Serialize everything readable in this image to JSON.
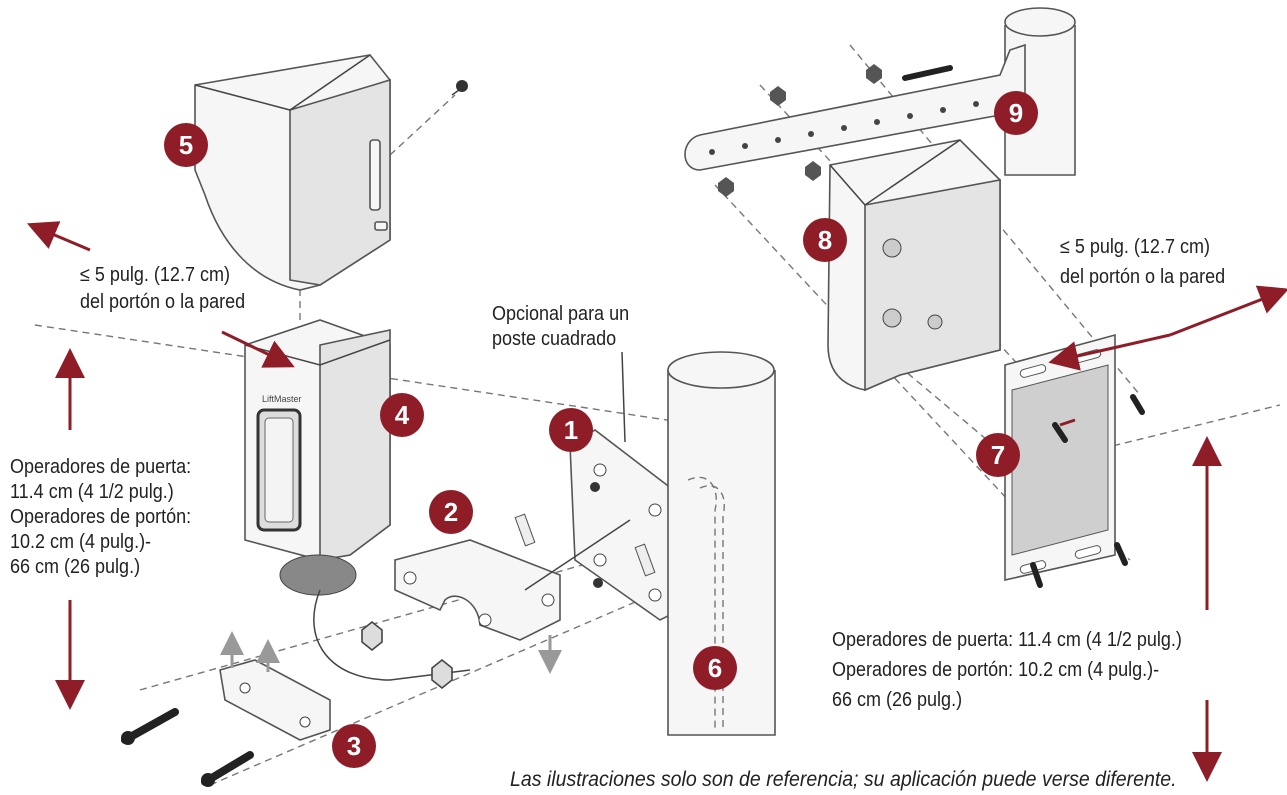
{
  "labels": {
    "distance_left": [
      "≤ 5 pulg. (12.7 cm)",
      "del portón o la pared"
    ],
    "distance_right": [
      "≤ 5 pulg. (12.7 cm)",
      "del portón o la pared"
    ],
    "optional_square_post": [
      "Opcional para un",
      "poste cuadrado"
    ],
    "heights_left": [
      "Operadores de puerta:",
      "11.4 cm (4 1/2 pulg.)",
      "Operadores de portón:",
      "10.2 cm (4 pulg.)-",
      "66 cm (26 pulg.)"
    ],
    "heights_right": [
      "Operadores de puerta: 11.4 cm (4 1/2 pulg.)",
      "Operadores de portón: 10.2 cm (4 pulg.)-",
      "66 cm (26 pulg.)"
    ],
    "caption": "Las ilustraciones solo son de referencia; su aplicación puede verse diferente."
  },
  "callouts": [
    "1",
    "2",
    "3",
    "4",
    "5",
    "6",
    "7",
    "8",
    "9"
  ],
  "colors": {
    "callout": "#8f1d28",
    "arrow": "#8f1d28",
    "guide": "#999999"
  }
}
